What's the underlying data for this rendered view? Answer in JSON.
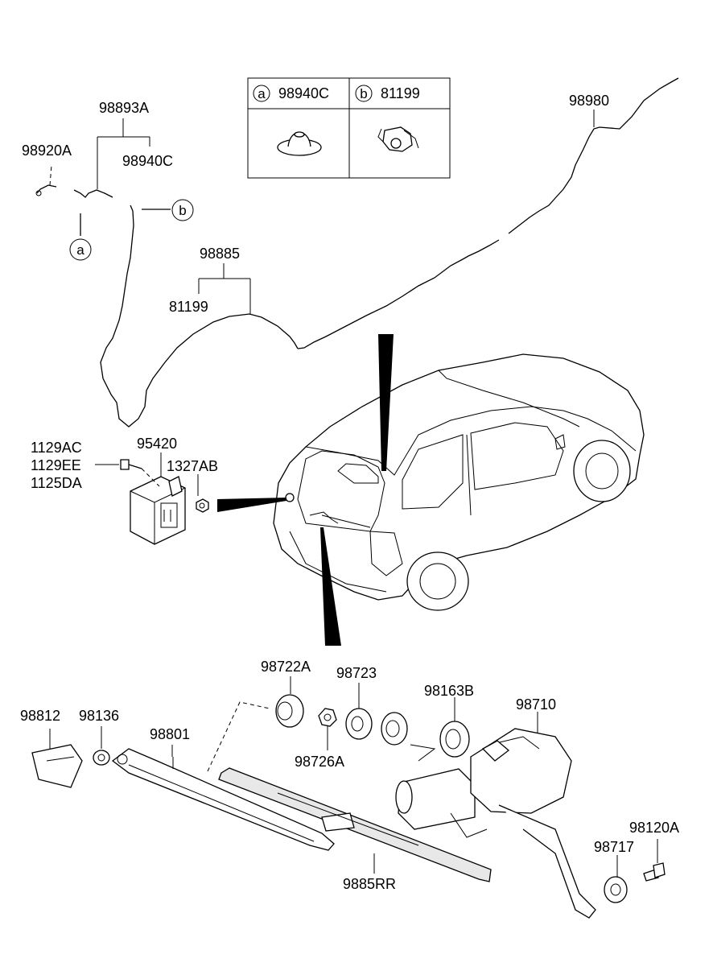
{
  "legend_table": {
    "col_a": {
      "letter": "a",
      "part": "98940C"
    },
    "col_b": {
      "letter": "b",
      "part": "81199"
    }
  },
  "callouts": {
    "c98893A": "98893A",
    "c98920A": "98920A",
    "c98940C": "98940C",
    "c98980": "98980",
    "c98885": "98885",
    "c81199": "81199",
    "c1129AC": "1129AC",
    "c1129EE": "1129EE",
    "c1125DA": "1125DA",
    "c95420": "95420",
    "c1327AB": "1327AB",
    "c98722A": "98722A",
    "c98723": "98723",
    "c98163B": "98163B",
    "c98710": "98710",
    "c98812": "98812",
    "c98136": "98136",
    "c98801": "98801",
    "c98726A": "98726A",
    "c98120A": "98120A",
    "c98717": "98717",
    "c9885RR": "9885RR"
  },
  "ref_markers": {
    "a": "a",
    "b": "b"
  }
}
